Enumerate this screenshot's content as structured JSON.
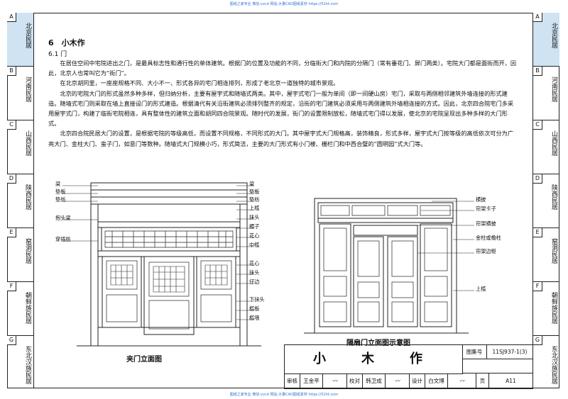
{
  "watermark": "图纸之家专业 微信:vvcd  网站:大量CAD图纸素材 https://51ht.com",
  "side_tabs": [
    {
      "letter": "A",
      "name": "北京民居",
      "active": true
    },
    {
      "letter": "B",
      "name": "河南民居",
      "active": false
    },
    {
      "letter": "C",
      "name": "山西民居",
      "active": false
    },
    {
      "letter": "D",
      "name": "陕西民居",
      "active": false
    },
    {
      "letter": "E",
      "name": "窑洞民居",
      "active": false
    },
    {
      "letter": "F",
      "name": "朝鲜族民居",
      "active": false
    },
    {
      "letter": "G",
      "name": "东北汉族民居",
      "active": false
    }
  ],
  "section": {
    "title": "6　小木作",
    "subtitle": "6.1 门"
  },
  "paragraphs": [
    "在居住空间中宅院进出之门，是最具标志性和通行性的单体建筑。根据门的位置及功能的不同，分临街大门和内院的分隔门（常有垂花门、屏门两类）。宅院大门都是面街而开，因此，北京人也常叫它为“街门”。",
    "在北京胡同里，一座座规格不同、大小不一、形式各异的宅门相连排列，形成了老北京一道独特的城市景观。",
    "北京的宅院大门的形式虽然多种多样，但归纳分析，主要有屋宇式和随墙式两类。其中，屋宇式宅门一般为单间（即一间硬山房）宅门，采取与两侧相邻建筑外墙连接的形式建造。随墙式宅门则采取在墙上直接设门的形式建造。根据清代有关沿街建筑必须排列整齐的规定，沿街的宅门建筑必须采用与两侧建筑外墙相连接的方式。因此，北京四合院宅门多采用屋宇式门，构建了临街宅院相连，具有整体性的建筑立面和胡同四合院景观。随时代的发展，街门的设置限制放松，随墙式宅门得以发展，使北京的宅院呈现出多种多样的大门形式。",
    "北京四合院民居大门的设置，是根据宅院的等级高低，而设置不同规格，不同形式的大门。其中屋宇式大门规格高，装饰精良，形式多样，屋宇式大门按等级的高低依次可分为广亮大门、金柱大门、蛮子门，如意门等数种。随墙式大门规模小巧，形式简洁，主要的大门形式有小门楼、栅栏门和中西合璧的“圆明园”式大门等。"
  ],
  "left_drawing": {
    "caption": "夹门立面图",
    "labels_left": [
      "梁",
      "垫板",
      "垫枋",
      "抱头梁",
      "穿插枋"
    ],
    "labels_right": [
      "梁",
      "垫板",
      "垫枋",
      "上槛",
      "抹头",
      "楣子",
      "花心",
      "中槛",
      "花心",
      "抹头",
      "仔边",
      "下抹头",
      "槛板",
      "槛墙"
    ]
  },
  "right_drawing": {
    "caption": "隔扇门立面图示意图",
    "labels": [
      "横披",
      "帘架卡子",
      "帘架横披",
      "金柱或檐柱",
      "帘架边梃",
      "上槛"
    ]
  },
  "title_block": {
    "title": "小　木　作",
    "atlas_label": "图集号",
    "atlas_no": "11SJ937-1(3)",
    "review_label": "审核",
    "reviewer": "王金平",
    "check_label": "校对",
    "checker": "韩卫成",
    "design_label": "设计",
    "designer": "白文博",
    "page_label": "页",
    "page_no": "A11"
  }
}
